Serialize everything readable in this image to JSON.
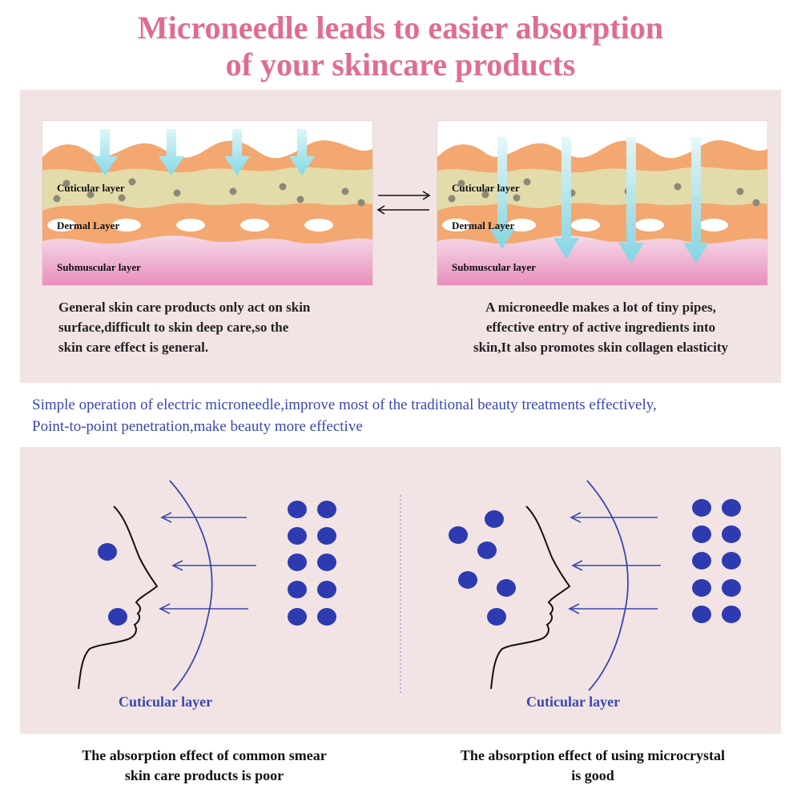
{
  "title": {
    "line1": "Microneedle leads to easier absorption",
    "line2": "of your skincare products"
  },
  "skin_diagrams": {
    "left": {
      "layer1": "Cuticular layer",
      "layer2": "Dermal Layer",
      "layer3": "Submuscular layer"
    },
    "right": {
      "layer1": "Cuticular layer",
      "layer2": "Dermal Layer",
      "layer3": "Submuscular layer"
    }
  },
  "captions": {
    "left_line1": "General skin care products only act on skin",
    "left_line2": "surface,difficult to skin deep care,so the",
    "left_line3": "skin care effect is general.",
    "right_line1": "A microneedle makes a lot of tiny pipes,",
    "right_line2": "effective entry of active ingredients into",
    "right_line3": "skin,It also promotes skin collagen elasticity"
  },
  "blue_note": {
    "line1": "Simple operation of electric microneedle,improve most of the traditional beauty treatments effectively,",
    "line2": "Point-to-point penetration,make beauty more effective"
  },
  "face_diagrams": {
    "left_label": "Cuticular layer",
    "right_label": "Cuticular layer"
  },
  "bottom_captions": {
    "left_line1": "The absorption effect of common smear",
    "left_line2": "skin care products is poor",
    "right_line1": "The absorption effect of using microcrystal",
    "right_line2": "is good"
  },
  "colors": {
    "title": "#e06c91",
    "panel": "#f2e4e4",
    "dot_blue": "#2e3bb0",
    "arrow_blue": "#3a47b0",
    "skin_orange": "#f3a871",
    "skin_beige": "#e3dcaa",
    "skin_pink": "#ee9bc2",
    "needle_cyan": "#9fe3ec"
  },
  "icons": {
    "exchange": "double-arrow-icon",
    "needle": "down-arrow-icon"
  }
}
